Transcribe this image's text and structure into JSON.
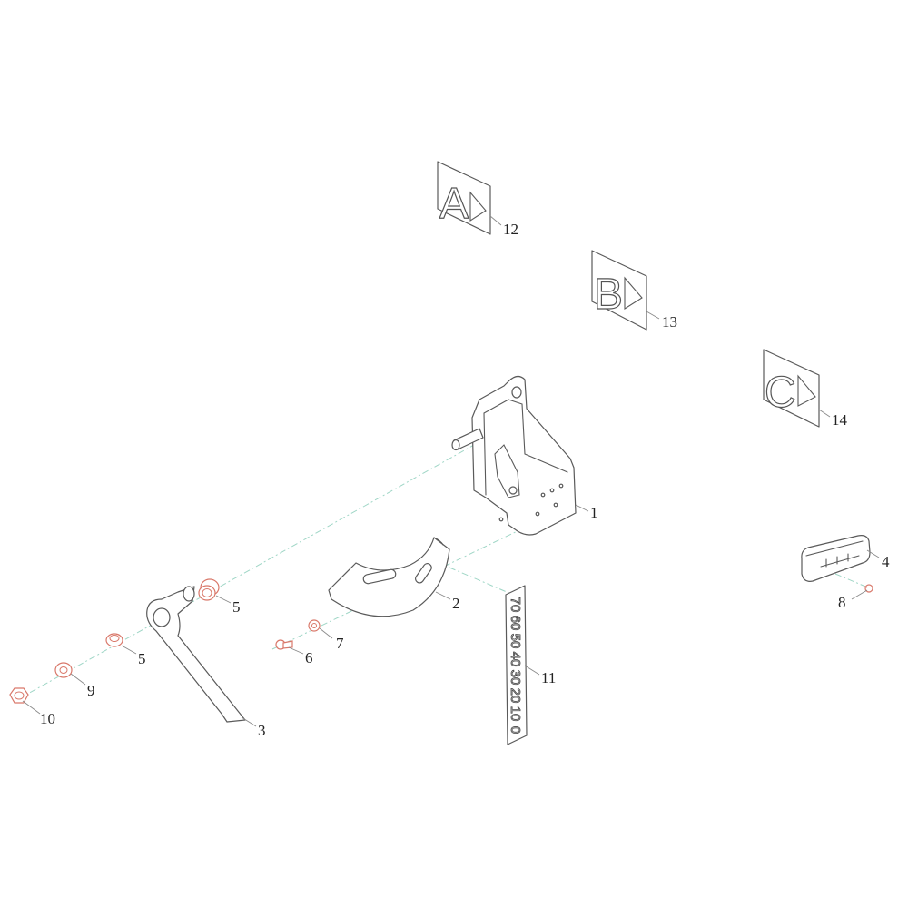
{
  "callouts": {
    "c1": "1",
    "c2": "2",
    "c3": "3",
    "c4": "4",
    "c5a": "5",
    "c5b": "5",
    "c6": "6",
    "c7": "7",
    "c8": "8",
    "c9": "9",
    "c10": "10",
    "c11": "11",
    "c12": "12",
    "c13": "13",
    "c14": "14"
  },
  "plates": {
    "a": "A",
    "b": "B",
    "c": "C"
  },
  "scale": {
    "marks": [
      "70",
      "60",
      "50",
      "40",
      "30",
      "20",
      "10",
      "0"
    ]
  },
  "colors": {
    "part_outline": "#5a5a5a",
    "hardware_outline": "#d9786a",
    "centerline": "#9fd6c6"
  }
}
